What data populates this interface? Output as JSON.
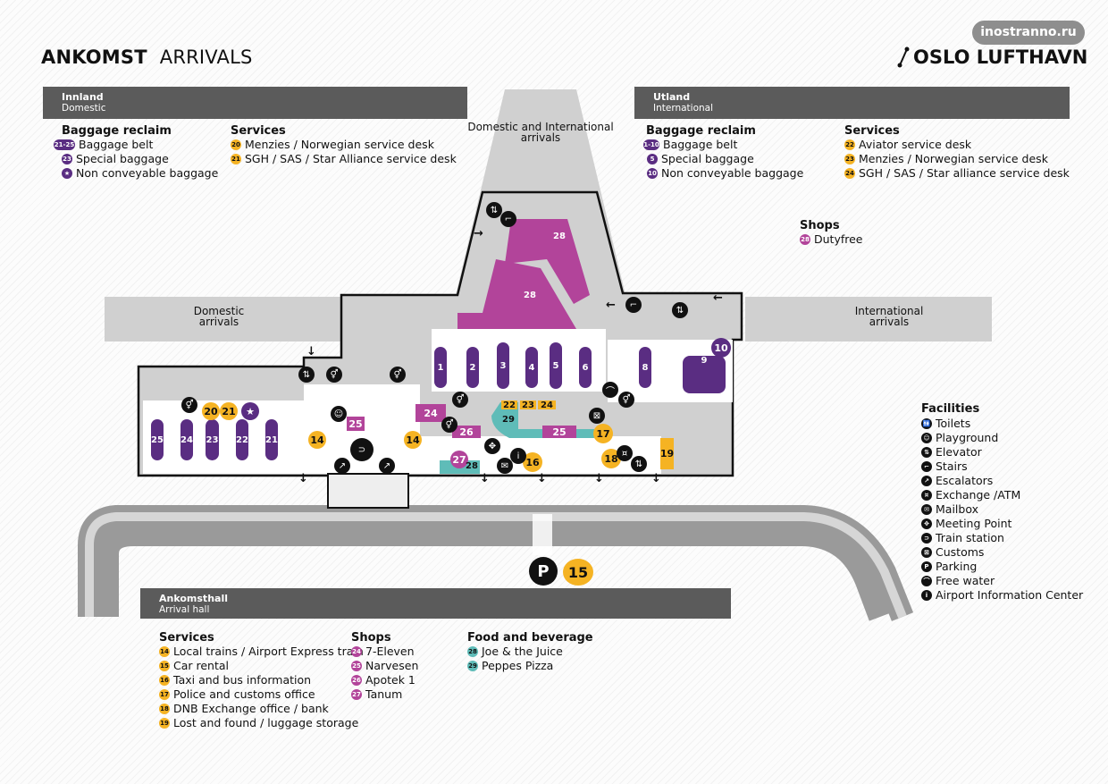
{
  "header": {
    "title_no": "ANKOMST",
    "title_en": "ARRIVALS",
    "site_badge": "inostranno.ru",
    "logo_text": "OSLO LUFTHAVN"
  },
  "colors": {
    "belt": "#5a2d82",
    "service": "#f5b323",
    "shop": "#b2449a",
    "food": "#5fbcb8",
    "facility": "#111111",
    "section_bar": "#5b5b5b"
  },
  "domestic": {
    "title": "Innland",
    "subtitle": "Domestic",
    "baggage": {
      "heading": "Baggage reclaim",
      "items": [
        {
          "badge": "21-25",
          "label": "Baggage belt"
        },
        {
          "badge": "23",
          "label": "Special baggage"
        },
        {
          "badge": "★",
          "label": "Non conveyable baggage"
        }
      ]
    },
    "services": {
      "heading": "Services",
      "items": [
        {
          "badge": "20",
          "label": "Menzies / Norwegian service desk"
        },
        {
          "badge": "21",
          "label": "SGH / SAS / Star Alliance service desk"
        }
      ]
    }
  },
  "international": {
    "title": "Utland",
    "subtitle": "International",
    "baggage": {
      "heading": "Baggage reclaim",
      "items": [
        {
          "badge": "1-10",
          "label": "Baggage belt"
        },
        {
          "badge": "5",
          "label": "Special baggage"
        },
        {
          "badge": "10",
          "label": "Non conveyable baggage"
        }
      ]
    },
    "services": {
      "heading": "Services",
      "items": [
        {
          "badge": "22",
          "label": "Aviator service desk"
        },
        {
          "badge": "23",
          "label": "Menzies / Norwegian service desk"
        },
        {
          "badge": "24",
          "label": "SGH / SAS / Star alliance service desk"
        }
      ]
    },
    "shops": {
      "heading": "Shops",
      "items": [
        {
          "badge": "28",
          "label": "Dutyfree"
        }
      ]
    }
  },
  "map": {
    "label_domestic_intl": "Domestic and International\narrivals",
    "label_domestic": "Domestic\narrivals",
    "label_international": "International\narrivals",
    "belts": [
      "1",
      "2",
      "3",
      "4",
      "5",
      "6",
      "8",
      "9",
      "10",
      "21",
      "22",
      "23",
      "24",
      "25"
    ],
    "dutyfree": "28",
    "services_markers": [
      "14",
      "15",
      "16",
      "17",
      "18",
      "19",
      "20",
      "21",
      "22",
      "23",
      "24"
    ],
    "shop_markers": [
      "24",
      "25",
      "26",
      "27"
    ],
    "food_markers": [
      "28",
      "29"
    ],
    "parking": "P",
    "non_conveyable": "★"
  },
  "facilities": {
    "heading": "Facilities",
    "items": [
      {
        "icon": "toilets-icon",
        "glyph": "🚻",
        "label": "Toilets"
      },
      {
        "icon": "playground-icon",
        "glyph": "☺",
        "label": "Playground"
      },
      {
        "icon": "elevator-icon",
        "glyph": "⇅",
        "label": "Elevator"
      },
      {
        "icon": "stairs-icon",
        "glyph": "⌐",
        "label": "Stairs"
      },
      {
        "icon": "escalators-icon",
        "glyph": "↗",
        "label": "Escalators"
      },
      {
        "icon": "exchange-atm-icon",
        "glyph": "¤",
        "label": "Exchange /ATM"
      },
      {
        "icon": "mailbox-icon",
        "glyph": "✉",
        "label": "Mailbox"
      },
      {
        "icon": "meeting-point-icon",
        "glyph": "✥",
        "label": "Meeting Point"
      },
      {
        "icon": "train-station-icon",
        "glyph": "⊃",
        "label": "Train station"
      },
      {
        "icon": "customs-icon",
        "glyph": "⊠",
        "label": "Customs"
      },
      {
        "icon": "parking-icon",
        "glyph": "P",
        "label": "Parking"
      },
      {
        "icon": "free-water-icon",
        "glyph": "⌒",
        "label": "Free water"
      },
      {
        "icon": "info-icon",
        "glyph": "i",
        "label": "Airport Information Center"
      }
    ]
  },
  "arrival_hall": {
    "title": "Ankomsthall",
    "subtitle": "Arrival hall",
    "services": {
      "heading": "Services",
      "items": [
        {
          "badge": "14",
          "label": "Local trains / Airport Express train"
        },
        {
          "badge": "15",
          "label": "Car rental"
        },
        {
          "badge": "16",
          "label": "Taxi and bus information"
        },
        {
          "badge": "17",
          "label": "Police and customs office"
        },
        {
          "badge": "18",
          "label": "DNB Exchange office / bank"
        },
        {
          "badge": "19",
          "label": "Lost and found / luggage storage"
        }
      ]
    },
    "shops": {
      "heading": "Shops",
      "items": [
        {
          "badge": "24",
          "label": "7-Eleven"
        },
        {
          "badge": "25",
          "label": "Narvesen"
        },
        {
          "badge": "26",
          "label": "Apotek 1"
        },
        {
          "badge": "27",
          "label": "Tanum"
        }
      ]
    },
    "food": {
      "heading": "Food and beverage",
      "items": [
        {
          "badge": "28",
          "label": "Joe & the Juice"
        },
        {
          "badge": "29",
          "label": "Peppes Pizza"
        }
      ]
    }
  }
}
